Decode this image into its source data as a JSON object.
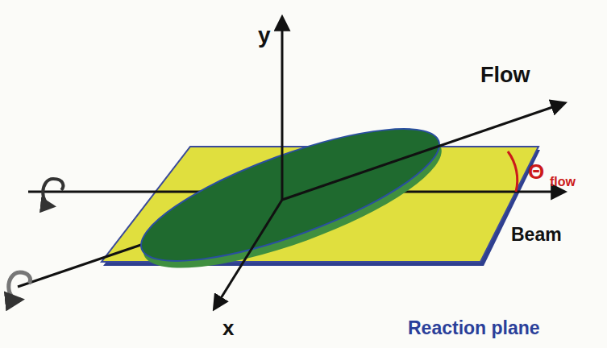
{
  "diagram": {
    "labels": [
      "y",
      "Flow",
      "Θ",
      "flow",
      "Beam",
      "Reaction plane",
      "x"
    ]
  }
}
